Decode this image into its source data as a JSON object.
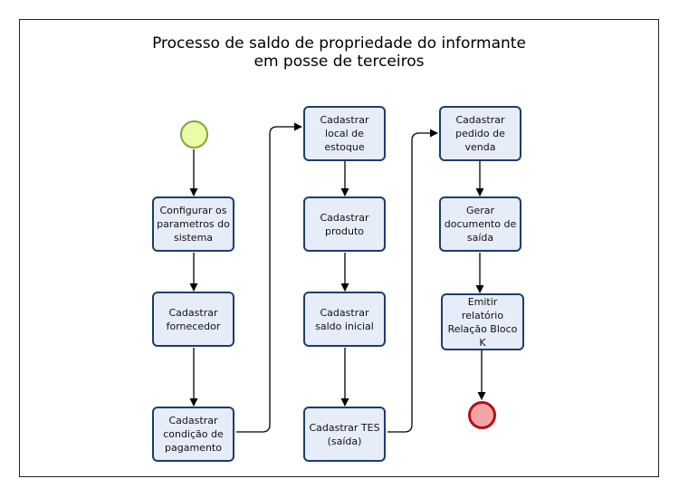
{
  "diagram": {
    "title_line1": "Processo de saldo de propriedade do informante",
    "title_line2": "em posse de terceiros",
    "tasks": [
      {
        "label": "Configurar os parametros do sistema"
      },
      {
        "label": "Cadastrar fornecedor"
      },
      {
        "label": "Cadastrar condição de pagamento"
      },
      {
        "label": "Cadastrar local de estoque"
      },
      {
        "label": "Cadastrar produto"
      },
      {
        "label": "Cadastrar saldo inicial"
      },
      {
        "label": "Cadastrar TES (saída)"
      },
      {
        "label": "Cadastrar pedido de venda"
      },
      {
        "label": "Gerar documento de saída"
      },
      {
        "label": "Emitir relatório Relação Bloco K"
      }
    ],
    "colors": {
      "task_fill": "#e6ecf8",
      "task_border": "#1e3d6a",
      "start_fill": "#eafca6",
      "start_border": "#7fa53a",
      "end_fill": "#f2a4a6",
      "end_border": "#b3101a"
    }
  }
}
